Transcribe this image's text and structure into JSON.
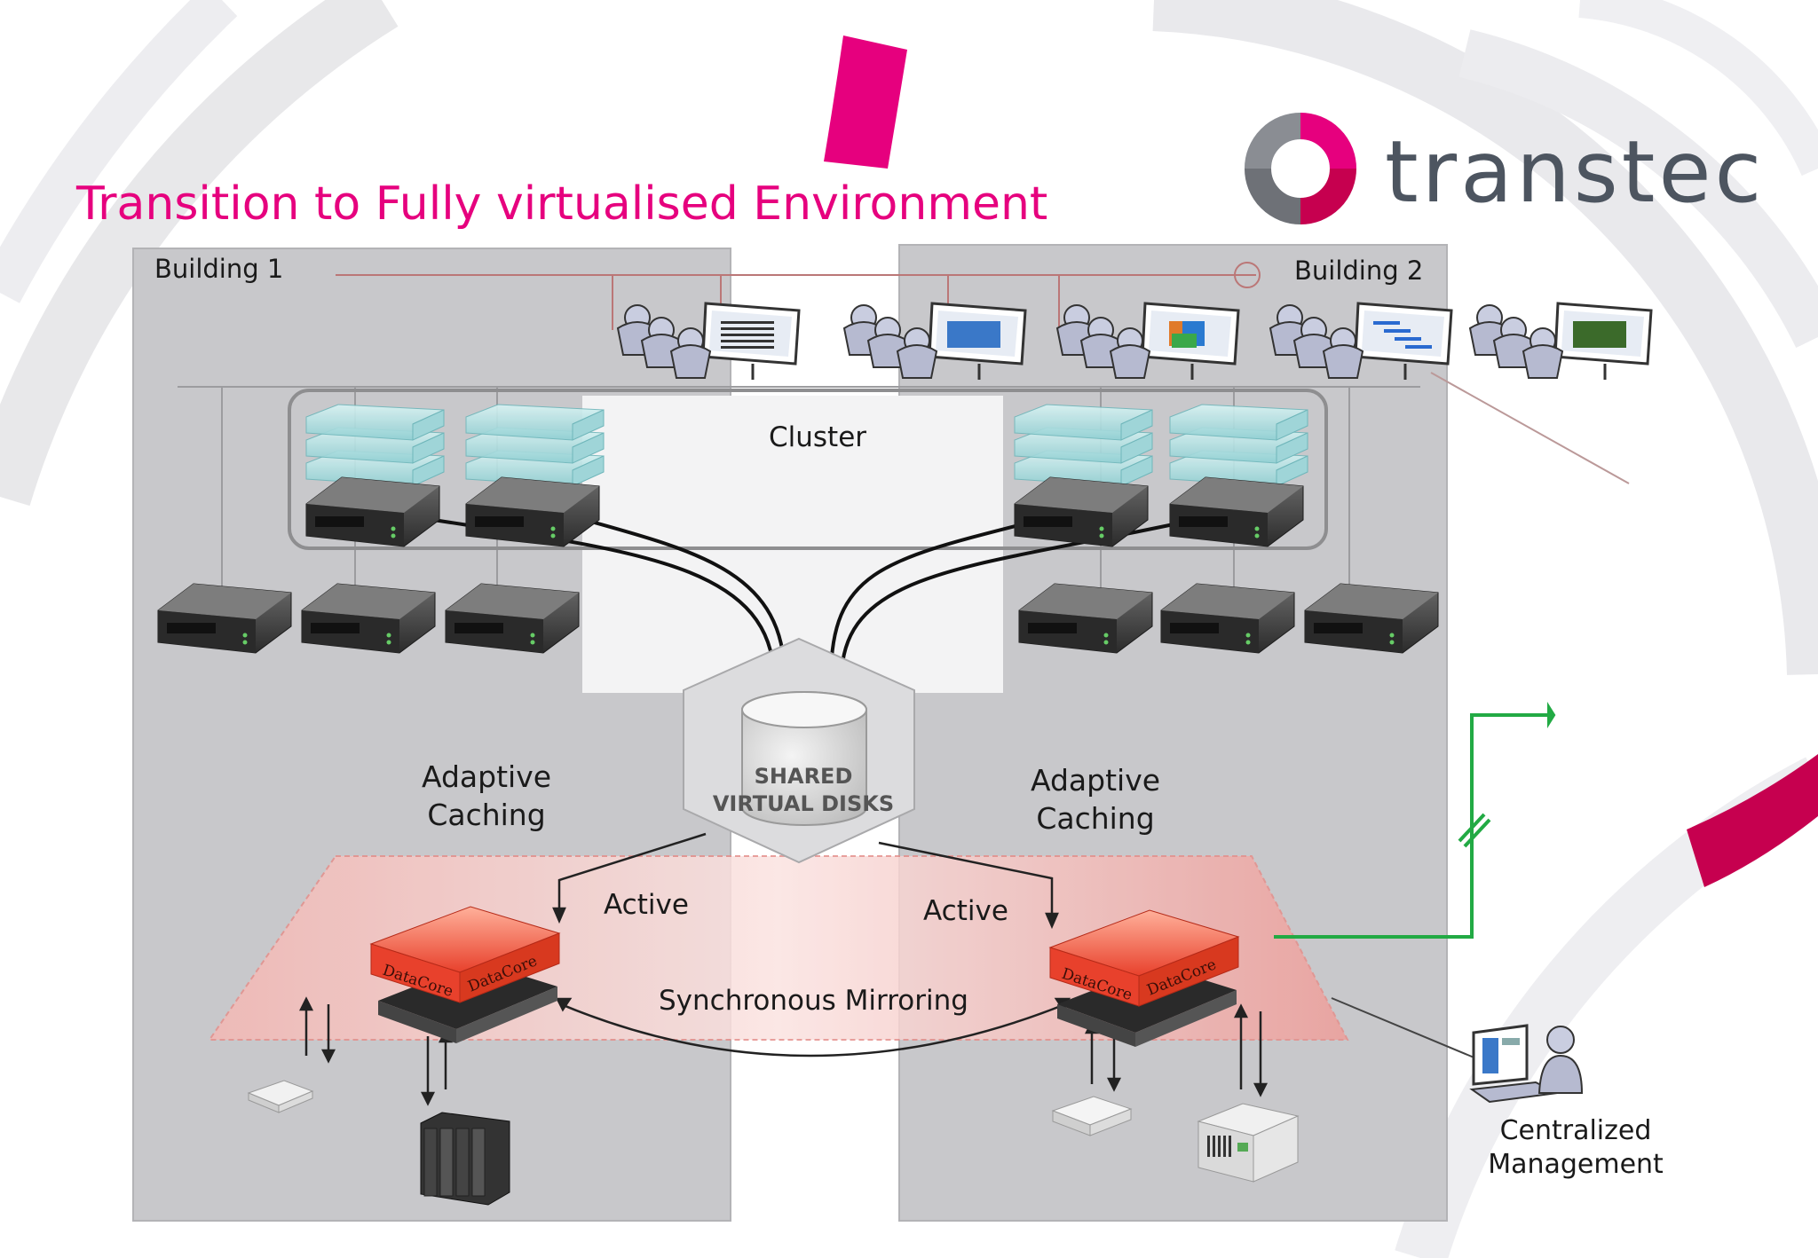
{
  "title": "Transition to Fully virtualised Environment",
  "brand": {
    "name": "transtec",
    "logo_colors": [
      "#6e7177",
      "#c6004f",
      "#e6007e",
      "#d6d6da"
    ]
  },
  "colors": {
    "accent": "#e6007e",
    "panel": "#c8c8cb",
    "link_green": "#22aa44",
    "datacore_red": "#e8412c"
  },
  "buildings": [
    "Building 1",
    "Building 2"
  ],
  "labels": {
    "cluster": "Cluster",
    "adaptive_caching_left": [
      "Adaptive",
      "Caching"
    ],
    "adaptive_caching_right": [
      "Adaptive",
      "Caching"
    ],
    "shared_disks": [
      "SHARED",
      "VIRTUAL DISKS"
    ],
    "active_left": "Active",
    "active_right": "Active",
    "mirroring": "Synchronous Mirroring",
    "management": [
      "Centralized",
      "Management"
    ]
  },
  "datacore_label": "DataCore",
  "icons": [
    "user-group-icon",
    "server-icon",
    "storage-rack-icon",
    "disk-icon",
    "admin-workstation-icon"
  ]
}
